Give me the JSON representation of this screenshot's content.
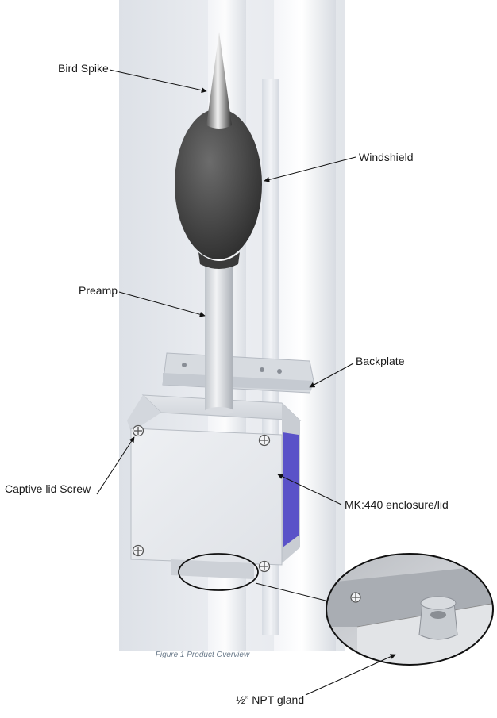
{
  "labels": {
    "bird_spike": "Bird Spike",
    "windshield": "Windshield",
    "preamp": "Preamp",
    "backplate": "Backplate",
    "captive_lid_screw": "Captive lid Screw",
    "enclosure": "MK:440 enclosure/lid",
    "npt_gland": "½” NPT gland"
  },
  "caption": "Figure 1 Product Overview",
  "colors": {
    "enclosure_side": "#5a52c8",
    "windshield": "#4a4a4a",
    "background_panel": "#e6e9ee"
  }
}
